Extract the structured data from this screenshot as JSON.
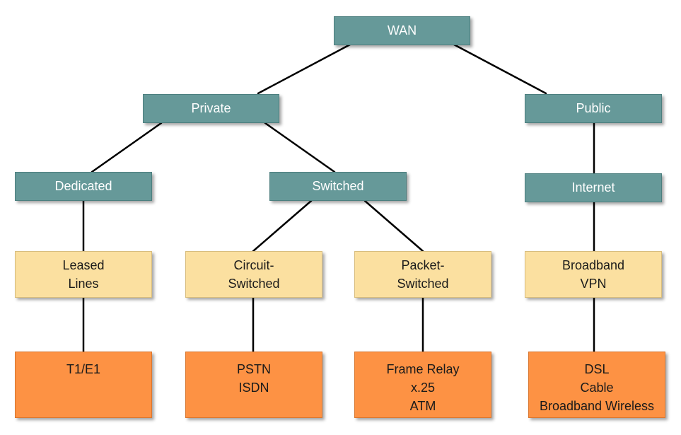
{
  "colors": {
    "category": "#669999",
    "technology": "#fbe0a0",
    "service": "#fd9244",
    "connector": "#000000"
  },
  "nodes": {
    "wan": "WAN",
    "private": "Private",
    "public": "Public",
    "dedicated": "Dedicated",
    "switched": "Switched",
    "internet": "Internet",
    "leased_lines": [
      "Leased",
      "Lines"
    ],
    "circuit_switched": [
      "Circuit-",
      "Switched"
    ],
    "packet_switched": [
      "Packet-",
      "Switched"
    ],
    "broadband_vpn": [
      "Broadband",
      "VPN"
    ],
    "t1e1": [
      "T1/E1"
    ],
    "pstn_isdn": [
      "PSTN",
      "ISDN"
    ],
    "frame_relay": [
      "Frame Relay",
      "x.25",
      "ATM"
    ],
    "dsl": [
      "DSL",
      "Cable",
      "Broadband Wireless"
    ]
  }
}
